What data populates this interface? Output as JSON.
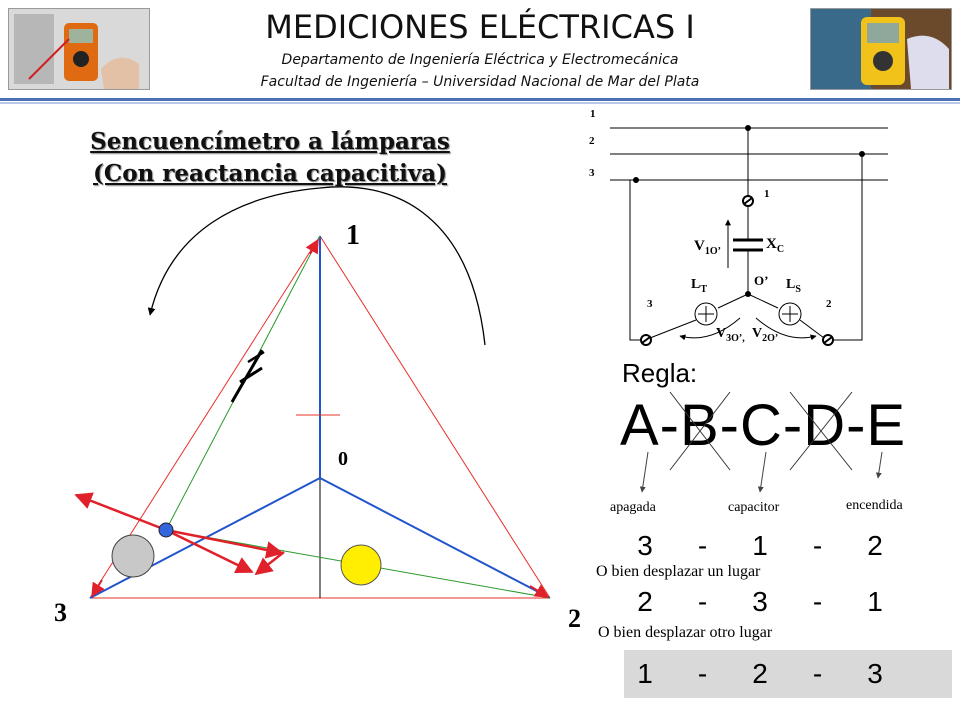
{
  "header": {
    "title": "MEDICIONES ELÉCTRICAS I",
    "department": "Departamento de Ingeniería Eléctrica y Electromecánica",
    "faculty": "Facultad de Ingeniería – Universidad Nacional de Mar del Plata"
  },
  "slide": {
    "title_line1": "Sencuencímetro a lámparas",
    "title_line2": "(Con reactancia capacitiva)"
  },
  "phasor_diagram": {
    "vertex_labels": {
      "top": "1",
      "right": "2",
      "left": "3"
    },
    "center_label": "0",
    "colors": {
      "triangle": "#e8302a",
      "star": "#2255cc",
      "neutral": "#3366dd",
      "green": "#2a9a2a",
      "arrow": "#e0202a",
      "lamp_off": "#c8c8c8",
      "lamp_on": "#ffee00"
    }
  },
  "circuit": {
    "line_labels": [
      "1",
      "2",
      "3"
    ],
    "node_labels": {
      "top": "1",
      "left": "3",
      "right": "2",
      "center": "O’"
    },
    "capacitor_label": "X",
    "capacitor_sub": "C",
    "v10_label": "V",
    "v10_sub": "1O’",
    "lt_label": "L",
    "lt_sub": "T",
    "ls_label": "L",
    "ls_sub": "S",
    "v30_label": "V",
    "v30_sub": "3O’,",
    "v20_label": "V",
    "v20_sub": "2O’"
  },
  "rule": {
    "label": "Regla:",
    "letters": "A-B-C-D-E",
    "annot_off": "apagada",
    "annot_cap": "capacitor",
    "annot_on": "encendida"
  },
  "sequences": [
    {
      "a": "3",
      "sep1": "-",
      "b": "1",
      "sep2": "-",
      "c": "2"
    },
    {
      "a": "2",
      "sep1": "-",
      "b": "3",
      "sep2": "-",
      "c": "1"
    },
    {
      "a": "1",
      "sep1": "-",
      "b": "2",
      "sep2": "-",
      "c": "3"
    }
  ],
  "notes": {
    "shift_one": "O bien desplazar un lugar",
    "shift_other": "O bien desplazar otro lugar"
  }
}
